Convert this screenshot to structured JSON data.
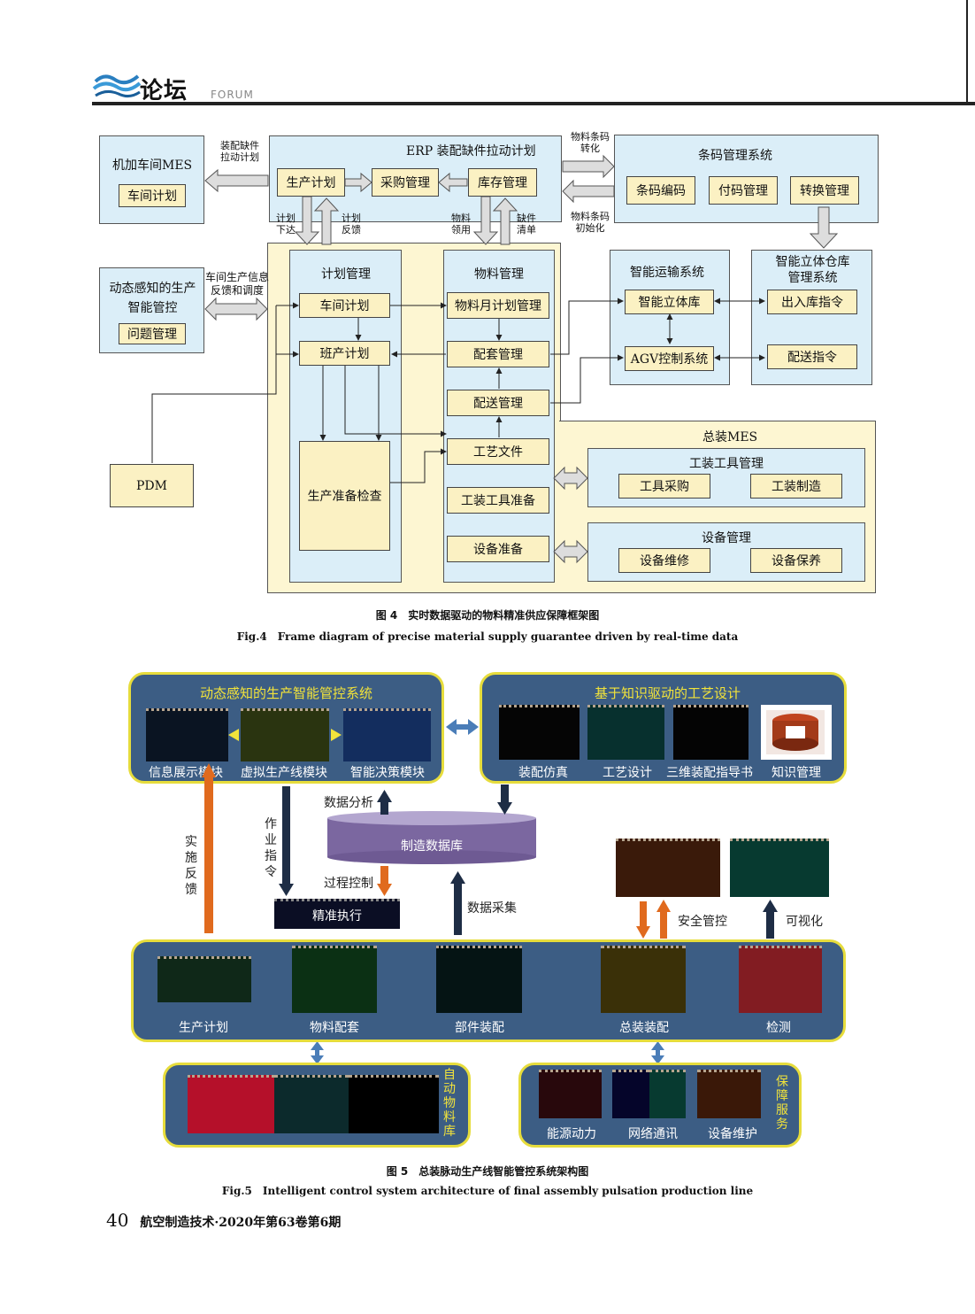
{
  "header": {
    "logo": "论坛",
    "forum": "FORUM"
  },
  "fig4": {
    "mes_left": {
      "title": "机加车间MES",
      "item": "车间计划"
    },
    "erp": {
      "title": "ERP  装配缺件拉动计划",
      "items": [
        "生产计划",
        "采购管理",
        "库存管理"
      ]
    },
    "barcode": {
      "title": "条码管理系统",
      "items": [
        "条码编码",
        "付码管理",
        "转换管理"
      ]
    },
    "labels": {
      "zpqj": "装配缺件\n拉动计划",
      "wltm_zh": "物料条码\n转化",
      "wltm_csh": "物料条码\n初始化",
      "jhxd": "计划\n下达",
      "jhfk": "计划\n反馈",
      "wlly": "物料\n领用",
      "qjqd": "缺件\n清单",
      "cjxx": "车间生产信息\n反馈和调度"
    },
    "perception": {
      "title": "动态感知的生产\n智能管控",
      "item": "问题管理"
    },
    "plan_mgmt": {
      "title": "计划管理",
      "items": [
        "车间计划",
        "班产计划",
        "生产准备检查"
      ]
    },
    "material_mgmt": {
      "title": "物料管理",
      "items": [
        "物料月计划管理",
        "配套管理",
        "配送管理",
        "工艺文件",
        "工装工具准备",
        "设备准备"
      ]
    },
    "transport": {
      "title": "智能运输系统",
      "items": [
        "智能立体库",
        "AGV控制系统"
      ]
    },
    "warehouse": {
      "title": "智能立体仓库\n管理系统",
      "items": [
        "出入库指令",
        "配送指令"
      ]
    },
    "final_mes": "总装MES",
    "tooling": {
      "title": "工装工具管理",
      "items": [
        "工具采购",
        "工装制造"
      ]
    },
    "equipment": {
      "title": "设备管理",
      "items": [
        "设备维修",
        "设备保养"
      ]
    },
    "pdm": "PDM",
    "caption_cn": "图 4　实时数据驱动的物料精准供应保障框架图",
    "caption_en": "Fig.4　Frame diagram of precise material supply guarantee driven by real-time data"
  },
  "fig5": {
    "left_panel": {
      "title": "动态感知的生产智能管控系统",
      "items": [
        "信息展示模块",
        "虚拟生产线模块",
        "智能决策模块"
      ]
    },
    "right_panel": {
      "title": "基于知识驱动的工艺设计",
      "items": [
        "装配仿真",
        "工艺设计",
        "三维装配指导书",
        "知识管理"
      ]
    },
    "database": "制造数据库",
    "precise": "精准执行",
    "arrows": {
      "feedback": "实\n施\n反\n馈",
      "instruction": "作\n业\n指\n令",
      "analysis": "数据分析",
      "control": "过程控制",
      "collect": "数据采集",
      "safety": "安全管控",
      "visual": "可视化"
    },
    "bottom_panel": {
      "items": [
        "生产计划",
        "物料配套",
        "部件装配",
        "总装装配",
        "检测"
      ]
    },
    "auto_lib": "自\n动\n物\n料\n库",
    "service": {
      "title": "保\n障\n服\n务",
      "items": [
        "能源动力",
        "网络通讯",
        "设备维护"
      ]
    },
    "caption_cn": "图 5　总装脉动生产线智能管控系统架构图",
    "caption_en": "Fig.5　Intelligent control system architecture of final assembly pulsation production line"
  },
  "footer": {
    "page": "40",
    "journal": "航空制造技术·2020年第63卷第6期"
  },
  "colors": {
    "panel": "#3c5d84",
    "panel_border": "#e6dc3c",
    "db": "#7b67a0",
    "orange": "#e06a1e",
    "navy": "#1e2d45"
  }
}
